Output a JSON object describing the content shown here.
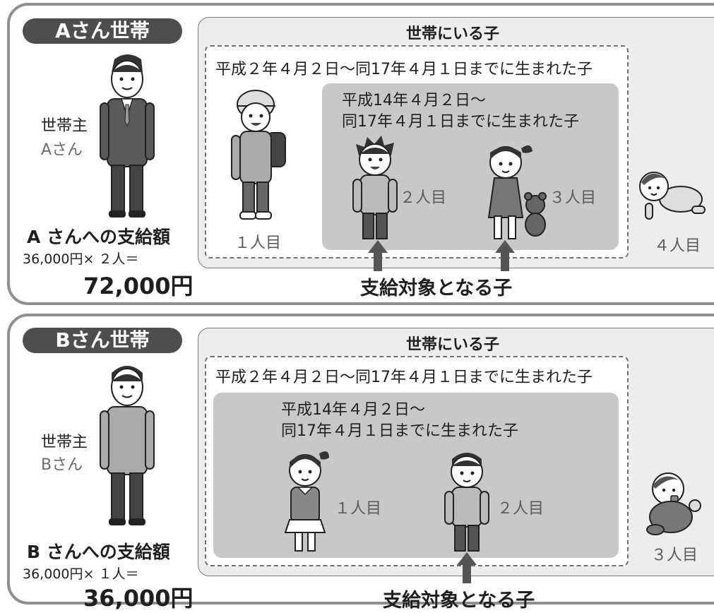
{
  "panel_a": {
    "badge": "Aさん世帯",
    "head_label": "世帯主",
    "head_name": "Aさん",
    "household_title": "世帯にいる子",
    "range_label": "平成２年４月２日～同17年４月１日までに生まれた子",
    "target_line1": "平成14年４月２日～",
    "target_line2": "同17年４月１日までに生まれた子",
    "children": [
      "１人目",
      "２人目",
      "３人目",
      "４人目"
    ],
    "pay_title": "A さんへの支給額",
    "pay_formula": "36,000円× ２人＝",
    "pay_amount": "72,000円",
    "eligible_label": "支給対象となる子"
  },
  "panel_b": {
    "badge": "Bさん世帯",
    "head_label": "世帯主",
    "head_name": "Bさん",
    "household_title": "世帯にいる子",
    "range_label": "平成２年４月２日～同17年４月１日までに生まれた子",
    "target_line1": "平成14年４月２日～",
    "target_line2": "同17年４月１日までに生まれた子",
    "children": [
      "１人目",
      "２人目",
      "３人目"
    ],
    "pay_title": "B さんへの支給額",
    "pay_formula": "36,000円× １人＝",
    "pay_amount": "36,000円",
    "eligible_label": "支給対象となる子"
  },
  "colors": {
    "panel_border": "#8f8f8f",
    "badge_bg": "#4e4e4e",
    "household_bg": "#ededed",
    "target_bg": "#c8c8c8",
    "arrow": "#555555"
  }
}
